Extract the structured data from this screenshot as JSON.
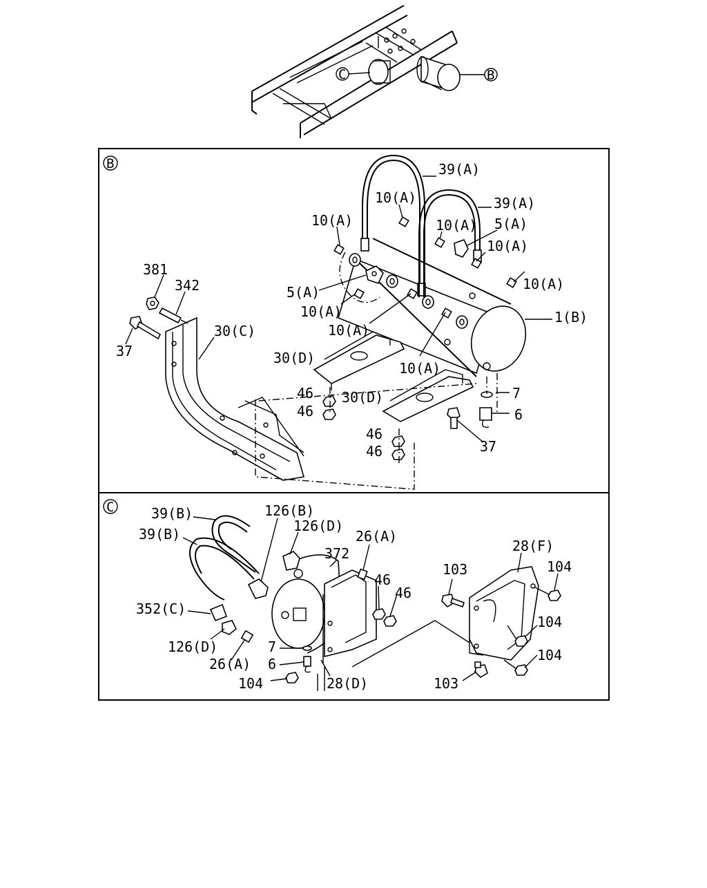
{
  "overview": {
    "callout_c": "C",
    "callout_b": "B"
  },
  "panel_b": {
    "tag": "B",
    "labels": {
      "l39a_1": "39(A)",
      "l39a_2": "39(A)",
      "l10a_1": "10(A)",
      "l10a_2": "10(A)",
      "l10a_3": "10(A)",
      "l10a_4": "10(A)",
      "l10a_5": "10(A)",
      "l10a_6": "10(A)",
      "l10a_7": "10(A)",
      "l10a_8": "10(A)",
      "l5a_1": "5(A)",
      "l5a_2": "5(A)",
      "l381": "381",
      "l342": "342",
      "l37_1": "37",
      "l30c": "30(C)",
      "l1b": "1(B)",
      "l30d_1": "30(D)",
      "l30d_2": "30(D)",
      "l46_1": "46",
      "l46_2": "46",
      "l46_3": "46",
      "l46_4": "46",
      "l7": "7",
      "l6": "6",
      "l37_2": "37"
    }
  },
  "panel_c": {
    "tag": "C",
    "labels": {
      "l39b_1": "39(B)",
      "l39b_2": "39(B)",
      "l126b": "126(B)",
      "l126d_1": "126(D)",
      "l26a_1": "26(A)",
      "l372": "372",
      "l28f": "28(F)",
      "l103_1": "103",
      "l104_1": "104",
      "l46_1": "46",
      "l46_2": "46",
      "l352c": "352(C)",
      "l104_2": "104",
      "l126d_2": "126(D)",
      "l7": "7",
      "l26a_2": "26(A)",
      "l6": "6",
      "l104_3": "104",
      "l104_4": "104",
      "l28d": "28(D)",
      "l103_2": "103"
    }
  }
}
